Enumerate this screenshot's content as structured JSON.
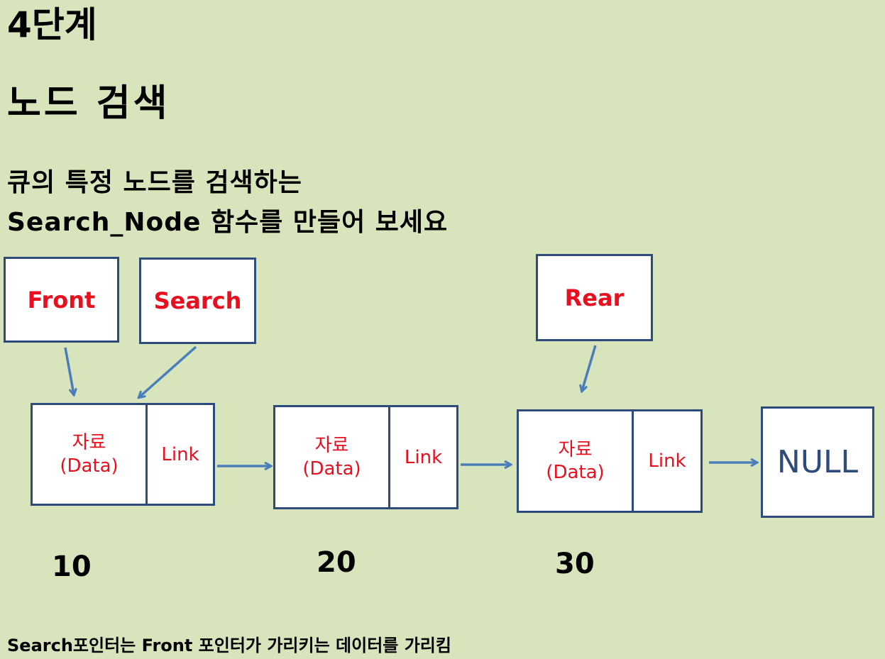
{
  "heading": {
    "step": "4단계",
    "title": "노드 검색",
    "task_line1": "큐의 특정 노드를 검색하는",
    "task_line2": "Search_Node 함수를 만들어 보세요"
  },
  "pointers": {
    "front": "Front",
    "search": "Search",
    "rear": "Rear"
  },
  "nodes": [
    {
      "data_line1": "자료",
      "data_line2": "(Data)",
      "link": "Link",
      "value": "10"
    },
    {
      "data_line1": "자료",
      "data_line2": "(Data)",
      "link": "Link",
      "value": "20"
    },
    {
      "data_line1": "자료",
      "data_line2": "(Data)",
      "link": "Link",
      "value": "30"
    }
  ],
  "null_label": "NULL",
  "note": "Search포인터는 Front 포인터가 가리키는 데이터를 가리킴",
  "colors": {
    "background": "#d8e4bc",
    "box_border": "#2f4b7c",
    "arrow": "#4a7ebb",
    "label_red": "#e8101e"
  }
}
